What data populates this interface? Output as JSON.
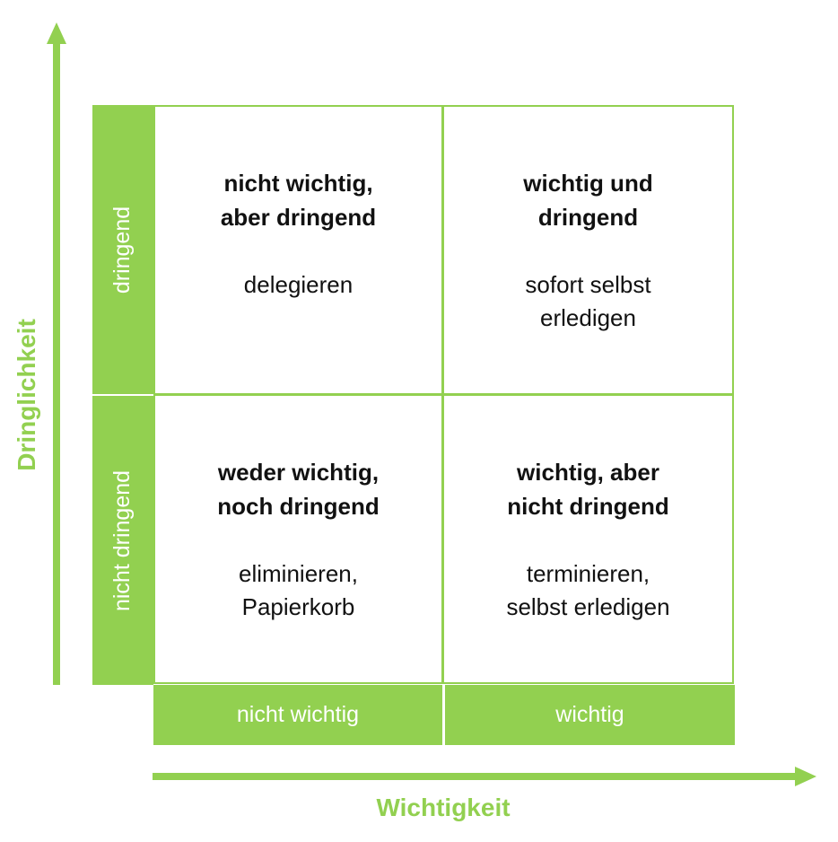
{
  "colors": {
    "accent": "#92d050",
    "text": "#111111"
  },
  "axes": {
    "y_title": "Dringlichkeit",
    "x_title": "Wichtigkeit"
  },
  "rows": {
    "top": "dringend",
    "bottom": "nicht dringend"
  },
  "columns": {
    "left": "nicht wichtig",
    "right": "wichtig"
  },
  "quadrants": {
    "top_left": {
      "title_lines": [
        "nicht wichtig,",
        "aber dringend"
      ],
      "action_lines": [
        "delegieren"
      ]
    },
    "top_right": {
      "title_lines": [
        "wichtig und",
        "dringend"
      ],
      "action_lines": [
        "sofort selbst",
        "erledigen"
      ]
    },
    "bottom_left": {
      "title_lines": [
        "weder wichtig,",
        "noch dringend"
      ],
      "action_lines": [
        "eliminieren,",
        "Papierkorb"
      ]
    },
    "bottom_right": {
      "title_lines": [
        "wichtig, aber",
        "nicht dringend"
      ],
      "action_lines": [
        "terminieren,",
        "selbst erledigen"
      ]
    }
  }
}
